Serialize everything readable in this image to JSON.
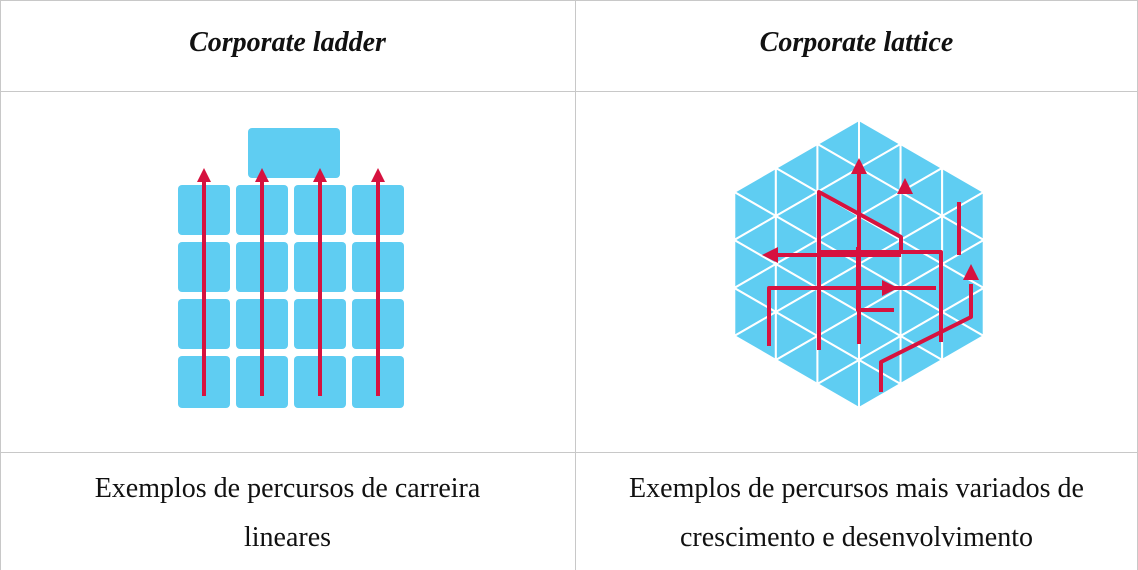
{
  "table": {
    "headers": [
      "Corporate ladder",
      "Corporate lattice"
    ],
    "captions": [
      [
        "Exemplos de percursos de carreira",
        "lineares"
      ],
      [
        "Exemplos de percursos mais variados de",
        "crescimento e desenvolvimento"
      ]
    ]
  },
  "colors": {
    "tile": "#5fcdf2",
    "arrow": "#d6123f",
    "border": "#c8c8c8"
  },
  "illustrations": [
    "corporate-ladder-diagram",
    "corporate-lattice-diagram"
  ]
}
